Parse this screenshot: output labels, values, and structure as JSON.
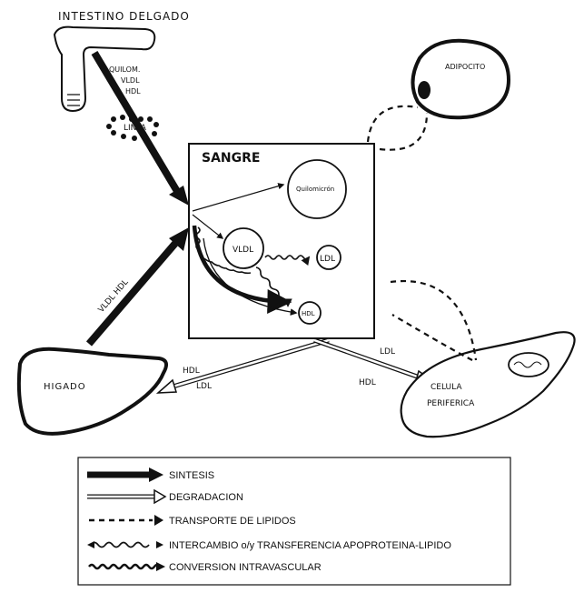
{
  "organs": {
    "intestino": "INTESTINO DELGADO",
    "adipocito": "ADIPOCITO",
    "higado": "HIGADO",
    "celula": [
      "CELULA",
      "PERIFERICA"
    ],
    "linfa": "LINFA"
  },
  "sangre": {
    "title": "SANGRE",
    "quilomicron": "Quilomicrón",
    "vldl": "VLDL",
    "ldl": "LDL",
    "hdl": "HDL"
  },
  "intestine_products": [
    "QUILOM.",
    "VLDL",
    "HDL"
  ],
  "liver_products": "VLDL HDL",
  "flow_labels": {
    "liver_hdl": "HDL",
    "liver_ldl": "LDL",
    "cell_ldl": "LDL",
    "cell_hdl": "HDL"
  },
  "legend": {
    "items": [
      {
        "key": "sintesis",
        "label": "SINTESIS"
      },
      {
        "key": "degradacion",
        "label": "DEGRADACION"
      },
      {
        "key": "transporte",
        "label": "TRANSPORTE DE LIPIDOS"
      },
      {
        "key": "intercambio",
        "label": "INTERCAMBIO o/y TRANSFERENCIA APOPROTEINA-LIPIDO"
      },
      {
        "key": "conversion",
        "label": "CONVERSION INTRAVASCULAR"
      }
    ]
  }
}
